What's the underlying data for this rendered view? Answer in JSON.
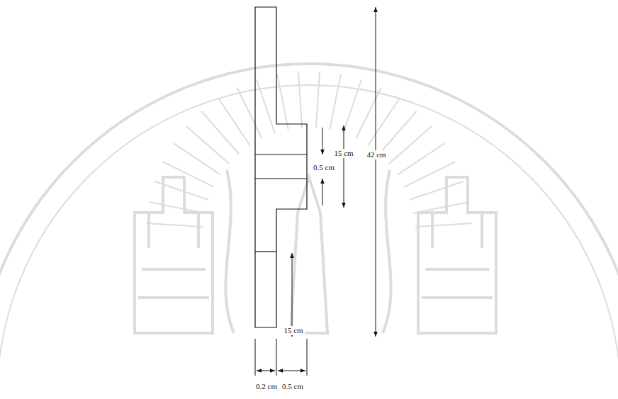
{
  "diagram": {
    "labels": [
      "0.5 cm",
      "15 cm",
      "42 cm",
      "15 cm",
      "0.2 cm",
      "0.5 cm"
    ]
  }
}
